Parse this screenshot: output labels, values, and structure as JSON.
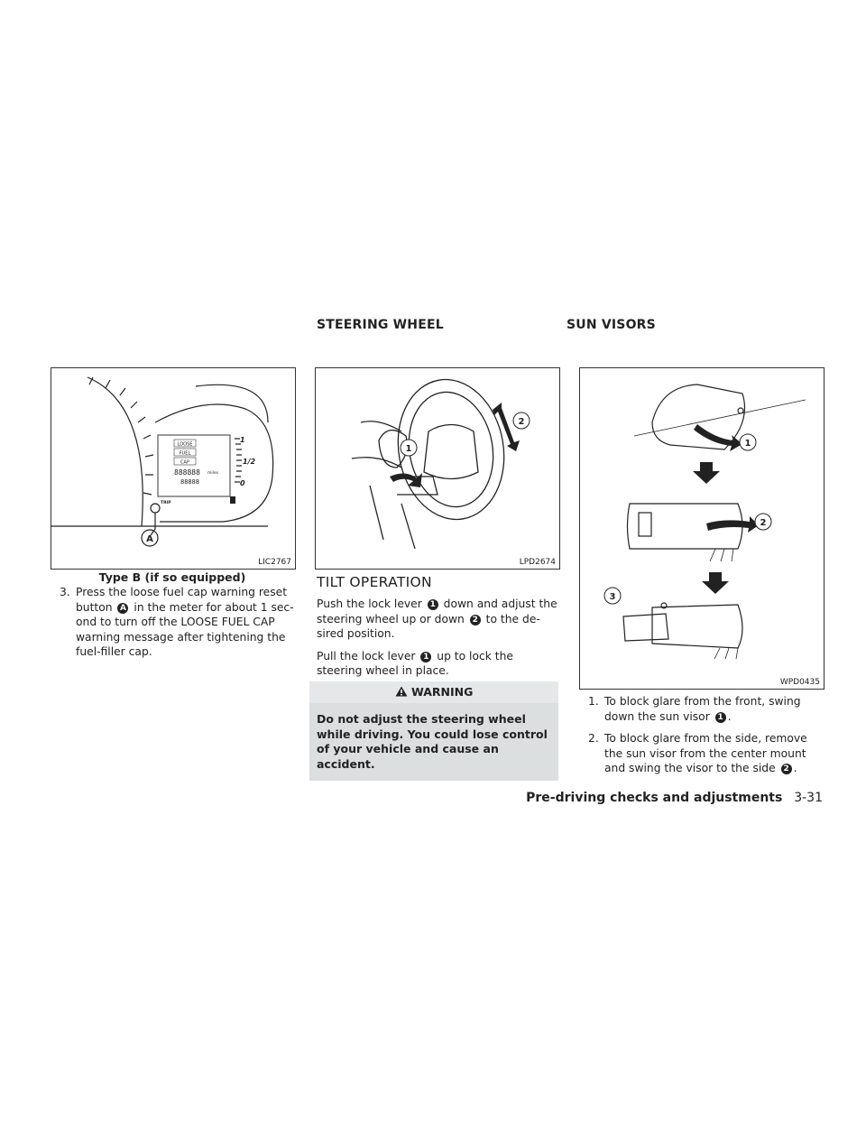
{
  "sections": {
    "steering_title": "STEERING WHEEL",
    "sunvisor_title": "SUN VISORS"
  },
  "figures": {
    "fig1": {
      "code": "LIC2767",
      "caption": "Type B (if so equipped)",
      "display": [
        "LOOSE",
        "FUEL",
        "CAP"
      ],
      "odo": "888888",
      "odo_unit": "miles",
      "trip_digits": "88888",
      "trip_label": "TRIP",
      "gauge_full": "1",
      "gauge_half": "1/2",
      "gauge_empty": "0",
      "callout": "A"
    },
    "fig2": {
      "code": "LPD2674",
      "callout1": "1",
      "callout2": "2"
    },
    "fig3": {
      "code": "WPD0435",
      "callout1": "1",
      "callout2": "2",
      "callout3": "3"
    }
  },
  "column1": {
    "item_number": "3.",
    "item_text_1": "Press the loose fuel cap warning reset button",
    "badge": "A",
    "item_text_2": "in the meter for about 1 sec- ond to turn off the LOOSE FUEL CAP warning message after tightening the fuel-filler cap."
  },
  "column2": {
    "subheading": "TILT OPERATION",
    "p1_a": "Push the lock lever",
    "p1_badge1": "1",
    "p1_b": "down and adjust the steering wheel up or down",
    "p1_badge2": "2",
    "p1_c": "to the de- sired position.",
    "p2_a": "Pull the lock lever",
    "p2_badge": "1",
    "p2_b": "up to lock the steering wheel in place.",
    "warning_title": "WARNING",
    "warning_text": "Do not adjust the steering wheel while driving. You could lose control of your vehicle and cause an accident."
  },
  "column3": {
    "items": [
      {
        "num": "1.",
        "text_a": "To block glare from the front, swing down the sun visor",
        "badge": "1",
        "text_b": "."
      },
      {
        "num": "2.",
        "text_a": "To block glare from the side, remove the sun visor from the center mount and swing the visor to the side",
        "badge": "2",
        "text_b": "."
      }
    ]
  },
  "footer": {
    "chapter": "Pre-driving checks and adjustments",
    "page": "3-31"
  }
}
